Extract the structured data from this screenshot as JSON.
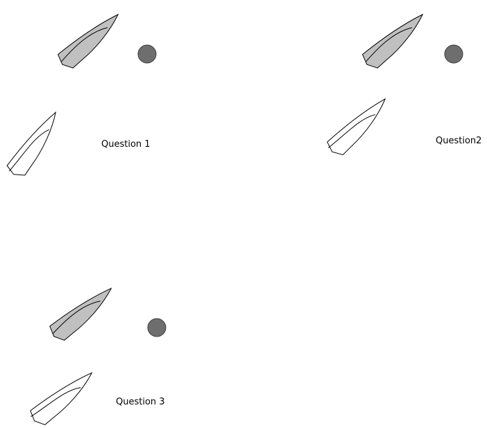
{
  "questions": [
    {
      "label": "Question 1"
    },
    {
      "label": "Question2"
    },
    {
      "label": "Question 3"
    }
  ],
  "colors": {
    "leeward_boat_fill": "#c0c0c0",
    "windward_boat_fill": "#ffffff",
    "mark_fill": "#6e6e6e",
    "outline": "#000000"
  }
}
